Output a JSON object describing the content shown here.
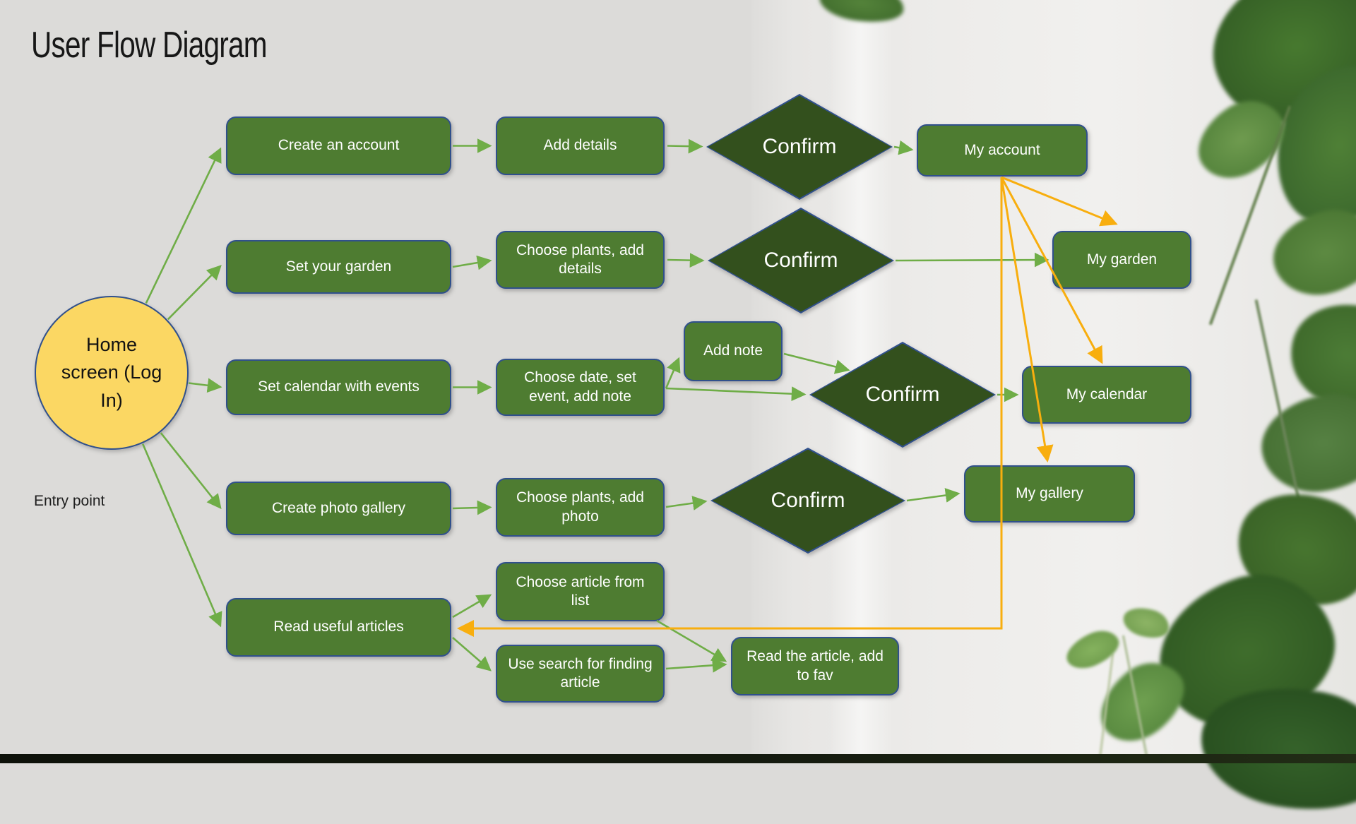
{
  "title": "User Flow Diagram",
  "entry_label": "Entry point",
  "colors": {
    "box-green": "#4e7c31",
    "diamond-green": "#33501d",
    "border-blue": "#30508c",
    "circle-yellow": "#fbd763",
    "arrow-green": "#6fad47",
    "arrow-orange": "#f8ae0e",
    "background-gray": "#dcdbd9"
  },
  "nodes": {
    "home": {
      "label": "Home screen (Log In)"
    },
    "create_account": {
      "label": "Create an account"
    },
    "add_details": {
      "label": "Add details"
    },
    "confirm1": {
      "label": "Confirm"
    },
    "my_account": {
      "label": "My account"
    },
    "set_garden": {
      "label": "Set your garden"
    },
    "choose_plants_details": {
      "label": "Choose plants, add details"
    },
    "confirm2": {
      "label": "Confirm"
    },
    "my_garden": {
      "label": "My garden"
    },
    "set_calendar": {
      "label": "Set calendar with events"
    },
    "choose_date": {
      "label": "Choose date, set event, add note"
    },
    "add_note": {
      "label": "Add note"
    },
    "confirm3": {
      "label": "Confirm"
    },
    "my_calendar": {
      "label": "My calendar"
    },
    "create_gallery": {
      "label": "Create photo gallery"
    },
    "choose_plants_photo": {
      "label": "Choose plants, add photo"
    },
    "confirm4": {
      "label": "Confirm"
    },
    "my_gallery": {
      "label": "My gallery"
    },
    "read_articles": {
      "label": "Read useful articles"
    },
    "choose_article": {
      "label": "Choose article from list"
    },
    "use_search": {
      "label": "Use search for finding article"
    },
    "read_fav": {
      "label": "Read the article, add to fav"
    }
  }
}
